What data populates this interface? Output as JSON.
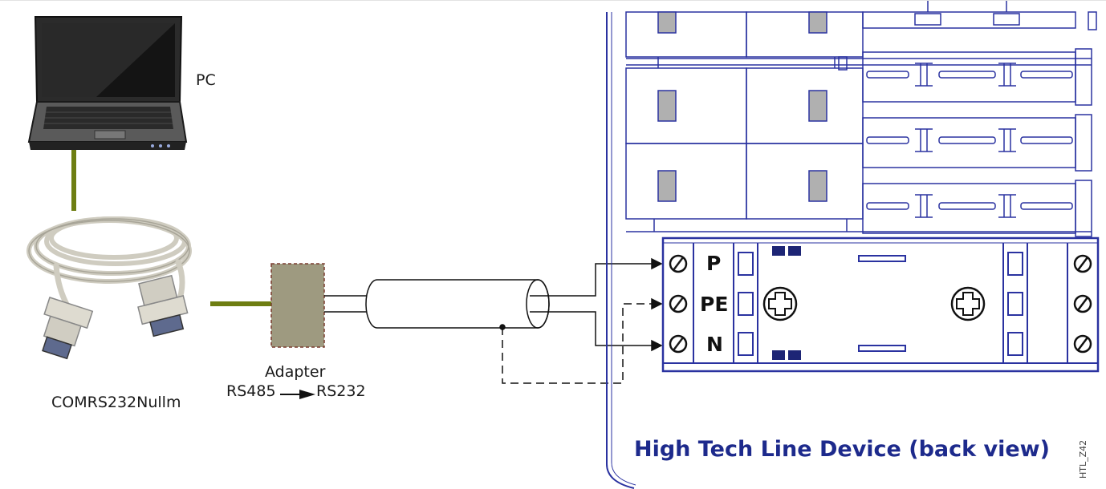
{
  "labels": {
    "pc": "PC",
    "adapter": "Adapter",
    "adapter_from": "RS485",
    "adapter_to": "RS232",
    "cable": "COMRS232Nullm",
    "device_title": "High Tech Line Device (back view)",
    "drawing_code": "HTL_Z42"
  },
  "terminals": [
    "P",
    "PE",
    "N"
  ],
  "icons": {
    "laptop": "laptop-icon",
    "cable": "serial-cable-icon",
    "adapter": "adapter-box-icon"
  },
  "colors": {
    "connection_line": "#6e7e12",
    "device_outline": "#2a32a0",
    "device_title": "#1d2a8c",
    "adapter_fill": "#9e9a80",
    "adapter_border": "#7a3b2e",
    "slot_fill": "#b0b0b0"
  }
}
